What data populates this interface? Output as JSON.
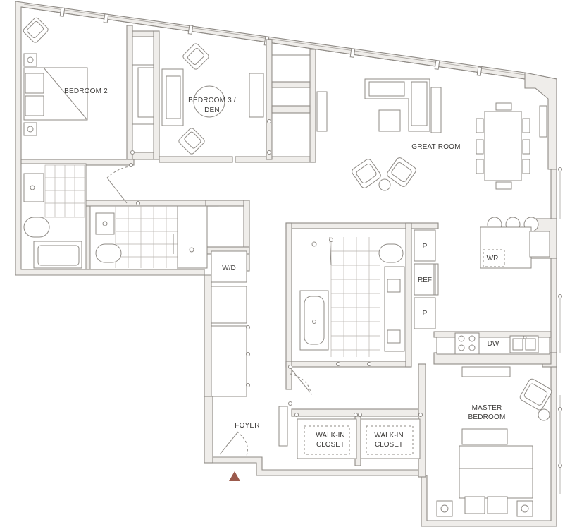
{
  "rooms": {
    "bedroom2": "BEDROOM 2",
    "bedroom3_line1": "BEDROOM 3 /",
    "bedroom3_line2": "DEN",
    "great_room": "GREAT ROOM",
    "master_line1": "MASTER",
    "master_line2": "BEDROOM",
    "foyer": "FOYER",
    "walkin1_line1": "WALK-IN",
    "walkin1_line2": "CLOSET",
    "walkin2_line1": "WALK-IN",
    "walkin2_line2": "CLOSET"
  },
  "fixtures": {
    "wd": "W/D",
    "pantry_top": "P",
    "ref": "REF",
    "pantry_bottom": "P",
    "dw": "DW",
    "wr": "WR"
  },
  "colors": {
    "wall_fill": "#efedea",
    "wall_line": "#8f8b86",
    "entry_marker": "#9b5a4c"
  }
}
